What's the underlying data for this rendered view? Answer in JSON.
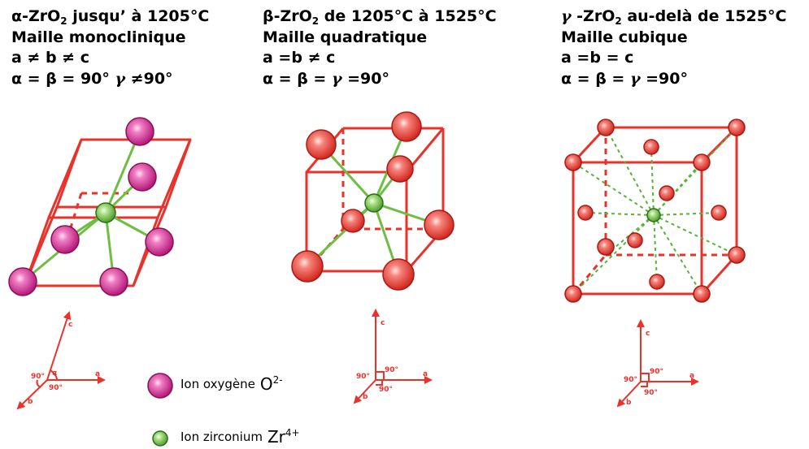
{
  "columns": [
    {
      "phase_prefix": "α-ZrO",
      "phase_sub": "2",
      "phase_range": " jusqu’ à 1205°C",
      "lattice": "Maille monoclinique",
      "edges": "a ≠ b ≠ c",
      "angles_pre": "α = β = 90°  ",
      "gamma": "γ",
      "angles_post": " ≠90°"
    },
    {
      "phase_prefix": "β-ZrO",
      "phase_sub": "2",
      "phase_range": " de 1205°C à 1525°C",
      "lattice": "Maille quadratique",
      "edges": "a =b ≠ c",
      "angles_pre": "α = β = ",
      "gamma": "γ",
      "angles_post": " =90°"
    },
    {
      "phase_gamma": "γ",
      "phase_prefix": " -ZrO",
      "phase_sub": "2",
      "phase_range": " au-delà de 1525°C",
      "lattice": "Maille cubique",
      "edges": "a =b = c",
      "angles_pre": "α = β = ",
      "gamma": "γ",
      "angles_post": " =90°"
    }
  ],
  "axes_labels": {
    "a": "a",
    "b": "b",
    "c": "c",
    "right_angle": "90°",
    "alpha": "α"
  },
  "legend": {
    "oxygen_label": "Ion oxygène",
    "oxygen_formula": "O",
    "oxygen_charge": "2-",
    "zirconium_label": "Ion zirconium",
    "zirconium_formula": "Zr",
    "zirconium_charge": "4+"
  },
  "colors": {
    "cell_edge": "#e8322a",
    "bond": "#6fbe44",
    "oxygen_monoclinic": "#d6399a",
    "oxygen_other": "#ee4a42",
    "zirconium": "#8fd070"
  }
}
